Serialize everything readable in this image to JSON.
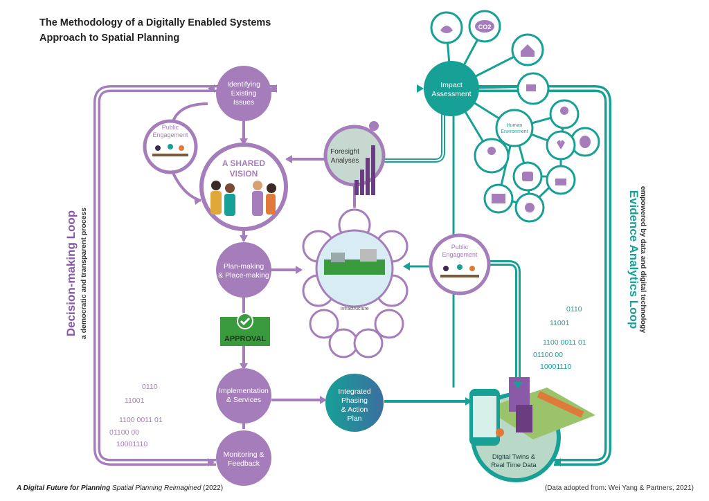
{
  "title": {
    "line1": "The Methodology of a Digitally Enabled Systems",
    "line2": "Approach to Spatial Planning"
  },
  "colors": {
    "purple": "#a57dbb",
    "teal": "#17a096",
    "dark_teal": "#0f8c83",
    "approval_green": "#3a9a3e"
  },
  "decision_loop": {
    "title": "Decision-making Loop",
    "subtitle": "a democratic and transparent process"
  },
  "evidence_loop": {
    "title": "Evidence Analytics Loop",
    "subtitle": "empowered by data and digital technology"
  },
  "nodes": {
    "identifying": [
      "Identifying",
      "Existing",
      "Issues"
    ],
    "public_engagement_left": [
      "Public",
      "Engagement"
    ],
    "shared_vision": [
      "A SHARED",
      "VISION"
    ],
    "foresight": [
      "Foresight",
      "Analyses"
    ],
    "plan_making": [
      "Plan-making",
      "& Place-making"
    ],
    "approval": "APPROVAL",
    "infrastructure": "Infrastructure",
    "public_engagement_right": [
      "Public",
      "Engagement"
    ],
    "implementation": [
      "Implementation",
      "& Services"
    ],
    "integrated": [
      "Integrated",
      "Phasing",
      "& Action",
      "Plan"
    ],
    "monitoring": [
      "Monitoring &",
      "Feedback"
    ],
    "digital_twins": [
      "Digital Twins &",
      "Real Time Data"
    ],
    "impact": [
      "Impact",
      "Assessment"
    ],
    "human_environment": [
      "Human",
      "Environment"
    ],
    "co2": "CO2"
  },
  "binary_left": [
    "0110",
    "11001",
    "1100 0011 01",
    "01100 00",
    "10001110"
  ],
  "binary_right": [
    "0110",
    "11001",
    "1100 0011 01",
    "01100 00",
    "10001110"
  ],
  "footer": {
    "book_title": "A Digital Future for Planning",
    "book_subtitle": "Spatial Planning Reimagined",
    "year": "(2022)",
    "source": "(Data adopted from: Wei Yang & Partners, 2021)"
  }
}
